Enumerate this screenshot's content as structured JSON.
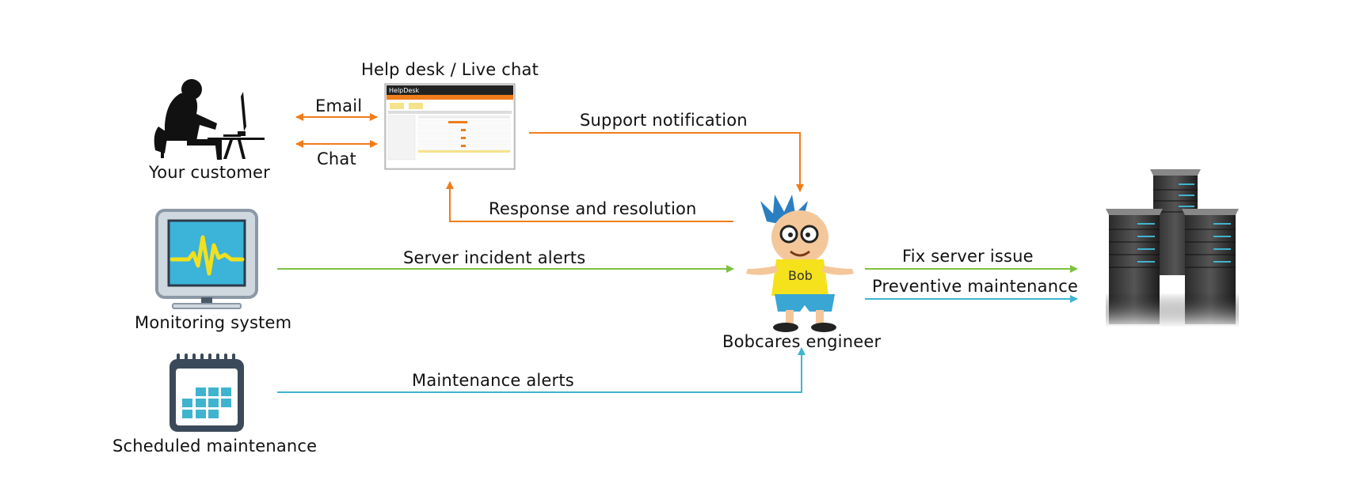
{
  "nodes": {
    "customer": {
      "label": "Your customer",
      "icon": "customer-at-computer-icon"
    },
    "helpdesk": {
      "label": "Help desk / Live chat",
      "screenshot_brand": "HelpDesk",
      "icon": "helpdesk-screenshot-icon"
    },
    "monitoring": {
      "label": "Monitoring system",
      "icon": "monitor-heartbeat-icon"
    },
    "scheduled": {
      "label": "Scheduled maintenance",
      "icon": "calendar-icon"
    },
    "engineer": {
      "label": "Bobcares engineer",
      "shirt_text": "Bob",
      "icon": "bob-cartoon-icon"
    },
    "servers": {
      "icon": "server-racks-icon"
    }
  },
  "edges": {
    "email": {
      "label": "Email",
      "color": "#F07C1A"
    },
    "chat": {
      "label": "Chat",
      "color": "#F07C1A"
    },
    "support_notification": {
      "label": "Support notification",
      "color": "#F07C1A"
    },
    "response_resolution": {
      "label": "Response and resolution",
      "color": "#F07C1A"
    },
    "server_incident_alerts": {
      "label": "Server incident alerts",
      "color": "#7DC242"
    },
    "maintenance_alerts": {
      "label": "Maintenance alerts",
      "color": "#3FB4CF"
    },
    "fix_server_issue": {
      "label": "Fix server issue",
      "color": "#7DC242"
    },
    "preventive_maintenance": {
      "label": "Preventive maintenance",
      "color": "#3FB4CF"
    }
  }
}
